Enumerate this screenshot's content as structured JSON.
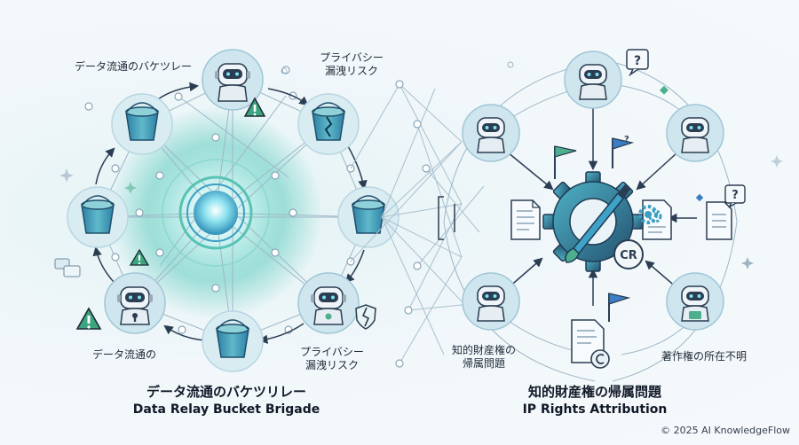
{
  "left": {
    "label_top_left": "データ流通のバケツレー",
    "label_top_right_l1": "プライバシー",
    "label_top_right_l2": "漏洩リスク",
    "label_bottom_left": "データ流通の",
    "label_bottom_right_l1": "プライバシー",
    "label_bottom_right_l2": "漏洩リスク",
    "title_jp": "データ流通のバケツリレー",
    "title_en": "Data Relay Bucket Brigade"
  },
  "right": {
    "label_bottom_left_l1": "知的財産権の",
    "label_bottom_left_l2": "帰属問題",
    "label_bottom_right": "著作権の所在不明",
    "cr_badge": "CR",
    "question_mark": "?",
    "title_jp": "知的財産権の帰属問題",
    "title_en": "IP Rights Attribution"
  },
  "footer": {
    "copyright": "© 2025 AI KnowledgeFlow"
  },
  "colors": {
    "accent_teal": "#3bb3a6",
    "accent_blue": "#3b7ec4",
    "dark_navy": "#2b3d52",
    "warning_green": "#4caf8e"
  }
}
